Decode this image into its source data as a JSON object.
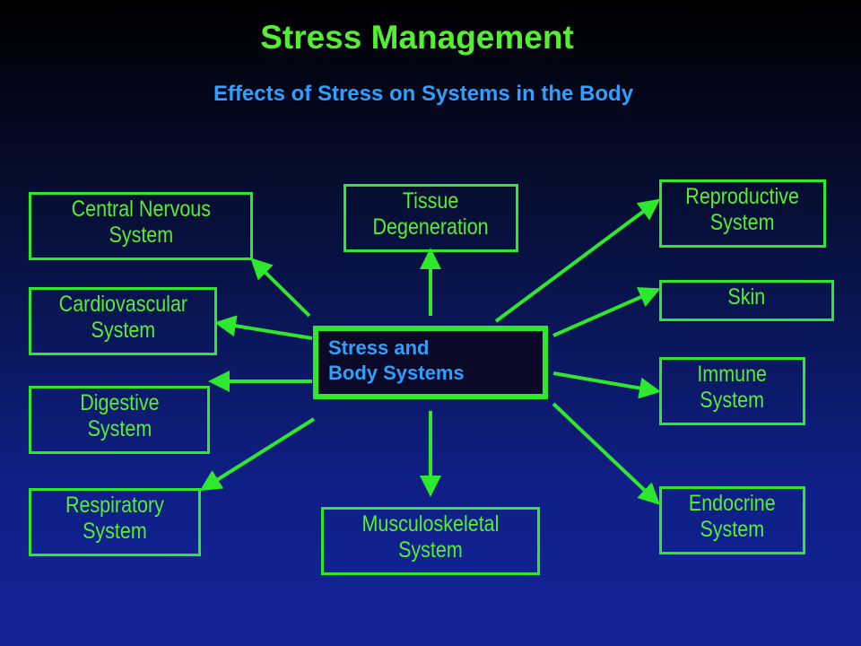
{
  "title": "Stress Management",
  "subtitle": "Effects of Stress on Systems in the Body",
  "center": {
    "label": "Stress and\nBody Systems"
  },
  "nodes": {
    "central_nervous": "Central Nervous\nSystem",
    "cardiovascular": "Cardiovascular\nSystem",
    "digestive": "Digestive\nSystem",
    "respiratory": "Respiratory\nSystem",
    "tissue": "Tissue\nDegeneration",
    "musculoskeletal": "Musculoskeletal\nSystem",
    "reproductive": "Reproductive\nSystem",
    "skin": "Skin",
    "immune": "Immune\nSystem",
    "endocrine": "Endocrine\nSystem"
  },
  "colors": {
    "box_border": "#2ee82e",
    "box_text": "#55ee33",
    "title": "#55ee33",
    "subtitle": "#2fa0ff",
    "center_text": "#2fa0ff",
    "arrow": "#2ee82e"
  },
  "edges": [
    {
      "from": "center",
      "to": "central_nervous"
    },
    {
      "from": "center",
      "to": "cardiovascular"
    },
    {
      "from": "center",
      "to": "digestive"
    },
    {
      "from": "center",
      "to": "respiratory"
    },
    {
      "from": "center",
      "to": "tissue"
    },
    {
      "from": "center",
      "to": "musculoskeletal"
    },
    {
      "from": "center",
      "to": "reproductive"
    },
    {
      "from": "center",
      "to": "skin"
    },
    {
      "from": "center",
      "to": "immune"
    },
    {
      "from": "center",
      "to": "endocrine"
    }
  ]
}
